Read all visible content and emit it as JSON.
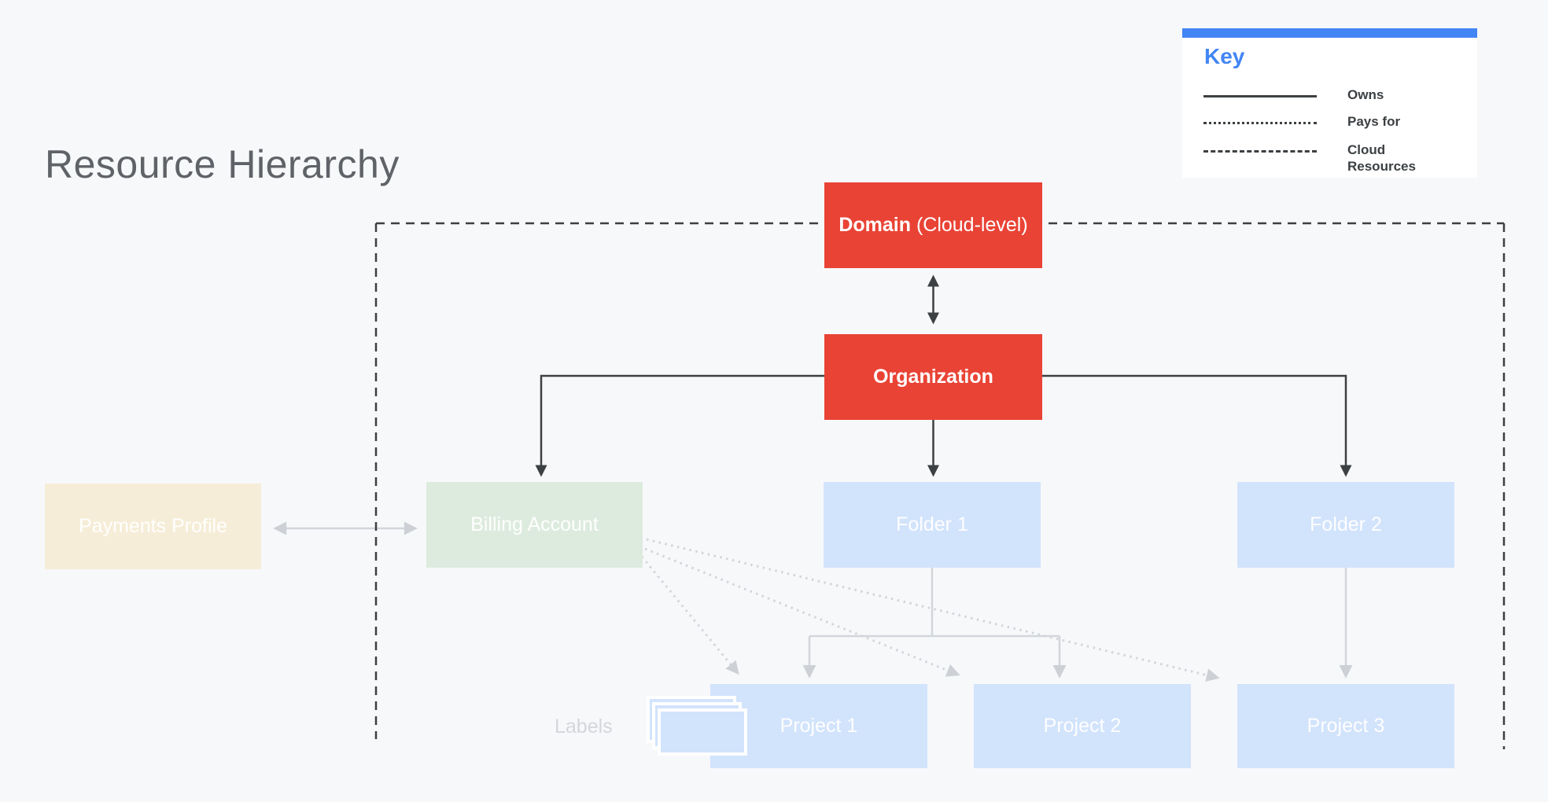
{
  "title": "Resource Hierarchy",
  "legend": {
    "heading": "Key",
    "items": [
      {
        "line_style": "solid",
        "label": "Owns"
      },
      {
        "line_style": "dotted",
        "label": "Pays for"
      },
      {
        "line_style": "dashed",
        "label": "Cloud Resources"
      }
    ]
  },
  "nodes": {
    "domain": {
      "bold": "Domain",
      "suffix": " (Cloud-level)"
    },
    "organization": {
      "label": "Organization"
    },
    "payments_profile": {
      "label": "Payments Profile"
    },
    "billing_account": {
      "label": "Billing Account"
    },
    "folder1": {
      "label": "Folder 1"
    },
    "folder2": {
      "label": "Folder 2"
    },
    "project1": {
      "label": "Project 1"
    },
    "project2": {
      "label": "Project 2"
    },
    "project3": {
      "label": "Project 3"
    }
  },
  "annotations": {
    "labels_caption": "Labels"
  },
  "colors": {
    "background": "#F7F8FA",
    "node_red": "#E94335",
    "node_blue": "#D2E3FC",
    "node_green": "#DDEBDE",
    "node_cream": "#F6EDD8",
    "key_bar_blue": "#4285F4",
    "key_heading_blue": "#4285F4",
    "dark_line": "#3C4043",
    "gray_line": "#D2D5DA",
    "title_text": "#5F6368",
    "labels_caption_text": "#D3D6DB"
  }
}
